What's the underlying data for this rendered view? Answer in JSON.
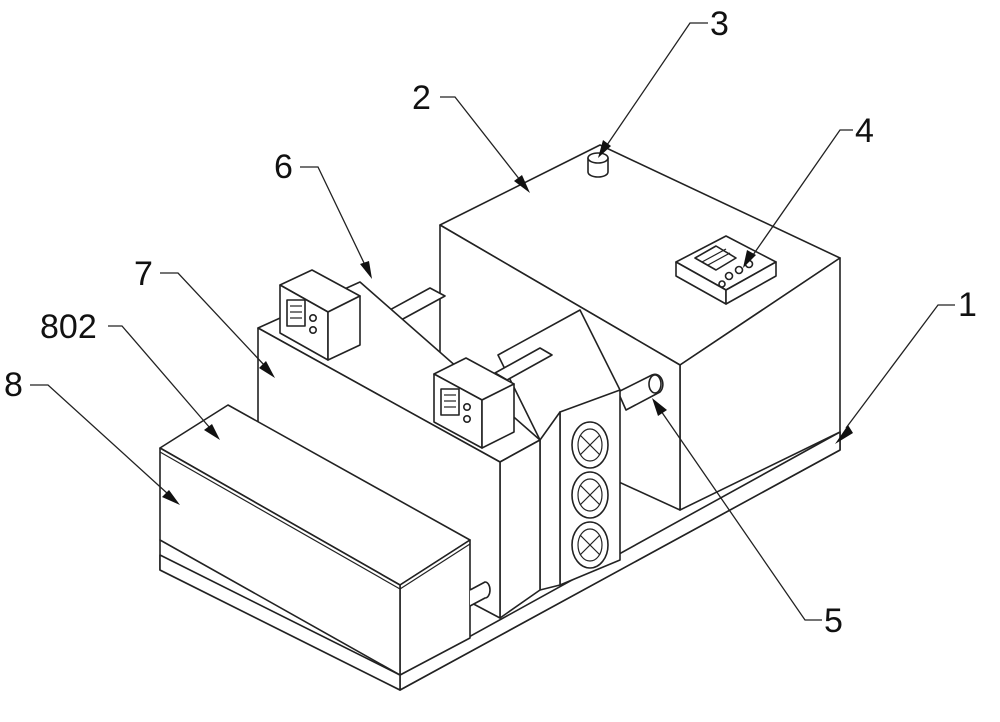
{
  "labels": {
    "l1": "1",
    "l2": "2",
    "l3": "3",
    "l4": "4",
    "l5": "5",
    "l6": "6",
    "l7": "7",
    "l8": "8",
    "l802": "802"
  }
}
